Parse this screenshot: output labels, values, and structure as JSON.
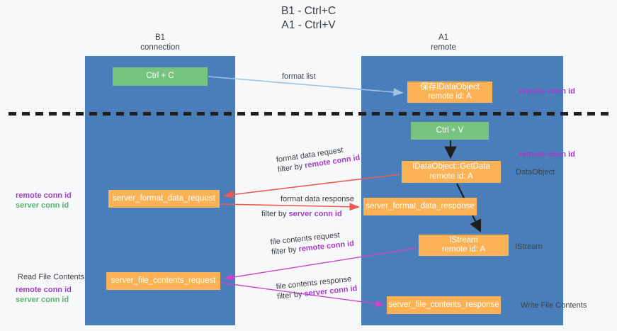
{
  "diagram": {
    "title_line1": "B1 - Ctrl+C",
    "title_line2": "A1 - Ctrl+V",
    "lanes": [
      {
        "id": "b1",
        "name_line1": "B1",
        "name_line2": "connection",
        "color": "#4a7ebb"
      },
      {
        "id": "a1",
        "name_line1": "A1",
        "name_line2": "remote",
        "color": "#4a7ebb"
      }
    ],
    "colors": {
      "lane": "#4a7ebb",
      "green_box": "#76c47f",
      "orange_box": "#fbb254",
      "purple_text": "#a33ec4",
      "green_text": "#59b36a",
      "red_arrow": "#ee5b52",
      "magenta_arrow": "#cc44cc",
      "blue_arrow": "#9dc3e6",
      "black_arrow": "#1f1f1f",
      "background": "#f7f8fa"
    },
    "boxes": [
      {
        "id": "ctrl-c",
        "label": "Ctrl + C",
        "sub": "",
        "style": "green",
        "lane": "b1"
      },
      {
        "id": "idataobject",
        "label": "保存IDataObject",
        "sub": "remote id: A",
        "style": "orange",
        "lane": "a1"
      },
      {
        "id": "ctrl-v",
        "label": "Ctrl + V",
        "sub": "",
        "style": "green",
        "lane": "a1"
      },
      {
        "id": "getdata",
        "label": "IDataObject::GetData",
        "sub": "remote id: A",
        "style": "orange",
        "lane": "a1"
      },
      {
        "id": "server-format-data-request",
        "label": "server_format_data_request",
        "sub": "",
        "style": "orange",
        "lane": "b1"
      },
      {
        "id": "server-format-data-response",
        "label": "server_format_data_response",
        "sub": "",
        "style": "orange",
        "lane": "a1"
      },
      {
        "id": "istream",
        "label": "IStream",
        "sub": "remote id: A",
        "style": "orange",
        "lane": "a1"
      },
      {
        "id": "server-file-contents-request",
        "label": "server_file_contents_request",
        "sub": "",
        "style": "orange",
        "lane": "b1"
      },
      {
        "id": "server-file-contents-response",
        "label": "server_file_contents_response",
        "sub": "",
        "style": "orange",
        "lane": "a1"
      }
    ],
    "edge_labels": {
      "format_list": "format list",
      "format_data_request": "format data request",
      "format_data_request_filter_prefix": "filter by ",
      "format_data_request_filter_key": "remote conn id",
      "format_data_response": "format data response",
      "format_data_response_filter_prefix": "filter by ",
      "format_data_response_filter_key": "server conn id",
      "file_contents_request": "file contents request",
      "file_contents_request_filter_prefix": "filter by ",
      "file_contents_request_filter_key": "remote conn id",
      "file_contents_response": "file contents response",
      "file_contents_response_filter_prefix": "filter by ",
      "file_contents_response_filter_key": "server conn id"
    },
    "side_labels": {
      "right_remote_conn_id_top": "remote conn id",
      "right_remote_conn_id_mid": "remote conn id",
      "right_dataobject": "DataObject",
      "right_istream": "IStream",
      "right_write_file_contents": "Write File Contents",
      "left_remote_conn_id_mid": "remote conn id",
      "left_server_conn_id_mid": "server conn id",
      "left_read_file_contents": "Read File Contents",
      "left_remote_conn_id_bot": "remote conn id",
      "left_server_conn_id_bot": "server conn id"
    }
  }
}
